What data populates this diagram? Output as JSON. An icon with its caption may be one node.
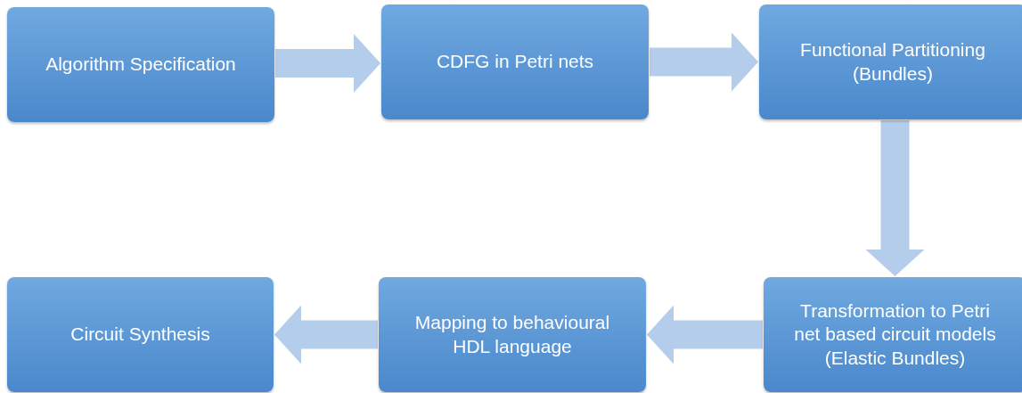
{
  "diagram": {
    "nodes": [
      {
        "text": [
          "Algorithm Specification"
        ]
      },
      {
        "text": [
          "CDFG in Petri nets"
        ]
      },
      {
        "text": [
          "Functional Partitioning (Bundles)"
        ]
      },
      {
        "text": [
          "Transformation to Petri net based circuit models (Elastic Bundles)"
        ]
      },
      {
        "text": [
          "Mapping to behavioural HDL language"
        ]
      },
      {
        "text": [
          "Circuit Synthesis"
        ]
      }
    ],
    "edges": [
      {
        "from": 0,
        "to": 1,
        "arrow": "to"
      },
      {
        "from": 1,
        "to": 2,
        "arrow": "to"
      },
      {
        "from": 2,
        "to": 3,
        "arrow": "to"
      },
      {
        "from": 3,
        "to": 4,
        "arrow": "to"
      },
      {
        "from": 4,
        "to": 5,
        "arrow": "to"
      }
    ]
  }
}
